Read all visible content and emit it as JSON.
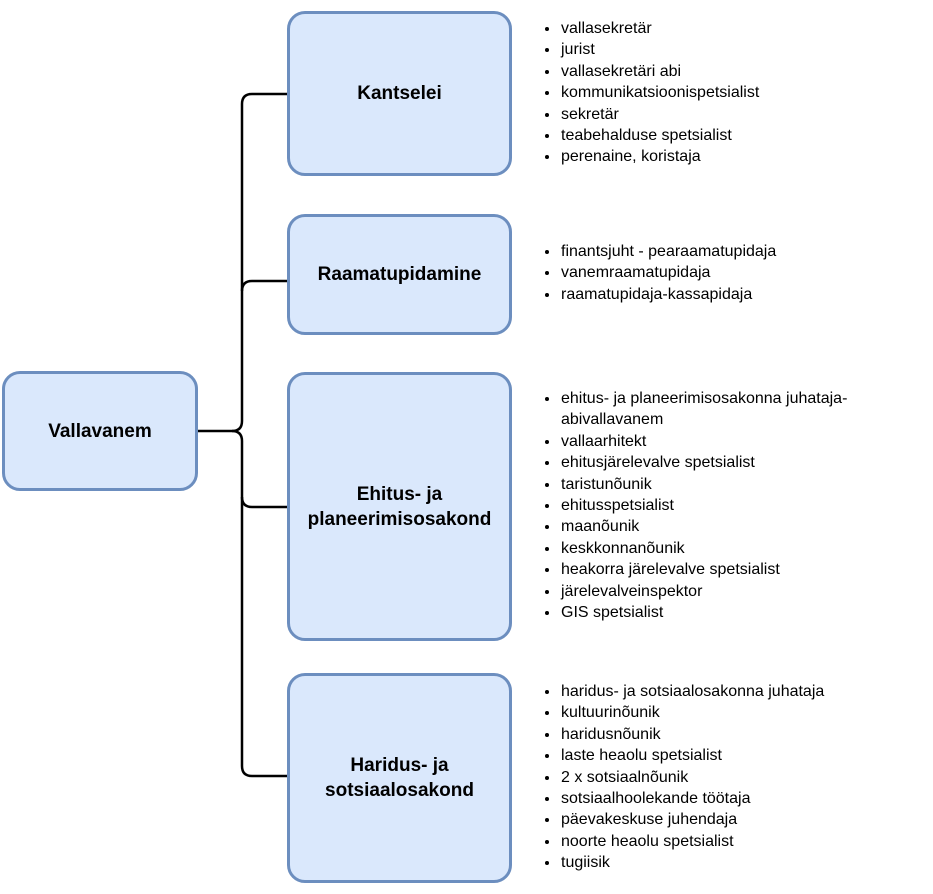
{
  "root": {
    "label": "Vallavanem"
  },
  "departments": [
    {
      "id": "kantselei",
      "label_lines": [
        "Kantselei"
      ],
      "positions": [
        "vallasekretär",
        "jurist",
        "vallasekretäri abi",
        "kommunikatsioonispetsialist",
        "sekretär",
        "teabehalduse spetsialist",
        "perenaine, koristaja"
      ]
    },
    {
      "id": "raamatupidamine",
      "label_lines": [
        "Raamatupidamine"
      ],
      "positions": [
        "finantsjuht - pearaamatupidaja",
        "vanemraamatupidaja",
        "raamatupidaja-kassapidaja"
      ]
    },
    {
      "id": "ehitus",
      "label_lines": [
        "Ehitus- ja",
        "planeerimisosakond"
      ],
      "positions": [
        "ehitus- ja planeerimisosakonna juhataja-abivallavanem",
        "vallaarhitekt",
        "ehitusjärelevalve spetsialist",
        "taristunõunik",
        "ehitusspetsialist",
        "maanõunik",
        "keskkonnanõunik",
        "heakorra järelevalve spetsialist",
        "järelevalveinspektor",
        "GIS spetsialist"
      ]
    },
    {
      "id": "haridus",
      "label_lines": [
        "Haridus- ja",
        "sotsiaalosakond"
      ],
      "positions": [
        "haridus- ja sotsiaalosakonna juhataja",
        "kultuurinõunik",
        "haridusnõunik",
        "laste heaolu spetsialist",
        "2 x sotsiaalnõunik",
        "sotsiaalhoolekande töötaja",
        "päevakeskuse juhendaja",
        "noorte heaolu spetsialist",
        "tugiisik"
      ]
    }
  ]
}
